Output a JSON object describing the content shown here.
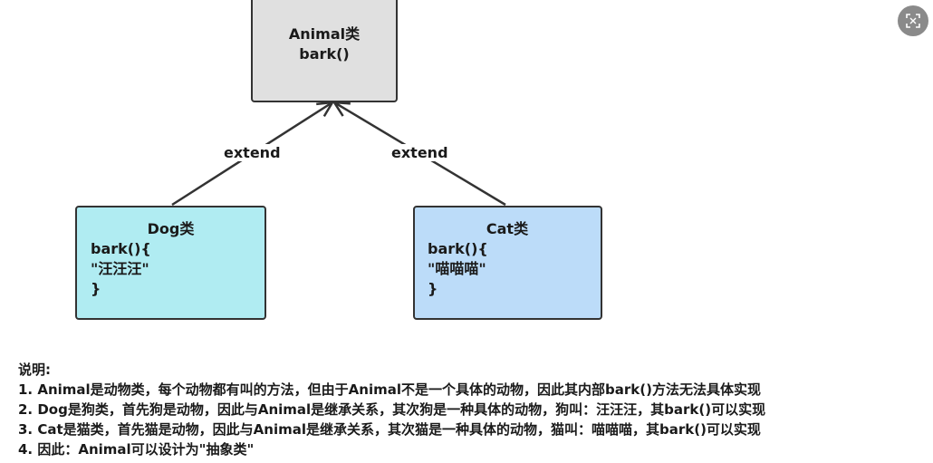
{
  "diagram": {
    "animal": {
      "title": "Animal类",
      "method": "bark()"
    },
    "dog": {
      "title": "Dog类",
      "lines": [
        "bark(){",
        "\"汪汪汪\"",
        "}"
      ]
    },
    "cat": {
      "title": "Cat类",
      "lines": [
        "bark(){",
        "\"喵喵喵\"",
        "}"
      ]
    },
    "edges": {
      "left_label": "extend",
      "right_label": "extend"
    }
  },
  "toolbar": {
    "zoom_icon": "fullscreen-toggle-icon"
  },
  "notes": {
    "heading": "说明:",
    "items": [
      "1. Animal是动物类，每个动物都有叫的方法，但由于Animal不是一个具体的动物，因此其内部bark()方法无法具体实现",
      "2. Dog是狗类，首先狗是动物，因此与Animal是继承关系，其次狗是一种具体的动物，狗叫：汪汪汪，其bark()可以实现",
      "3. Cat是猫类，首先猫是动物，因此与Animal是继承关系，其次猫是一种具体的动物，猫叫：喵喵喵，其bark()可以实现",
      "4. 因此：Animal可以设计为\"抽象类\""
    ]
  },
  "colors": {
    "animal_fill": "#e0e0e0",
    "dog_fill": "#b0ecf2",
    "cat_fill": "#bcdcf9",
    "stroke": "#333333"
  }
}
